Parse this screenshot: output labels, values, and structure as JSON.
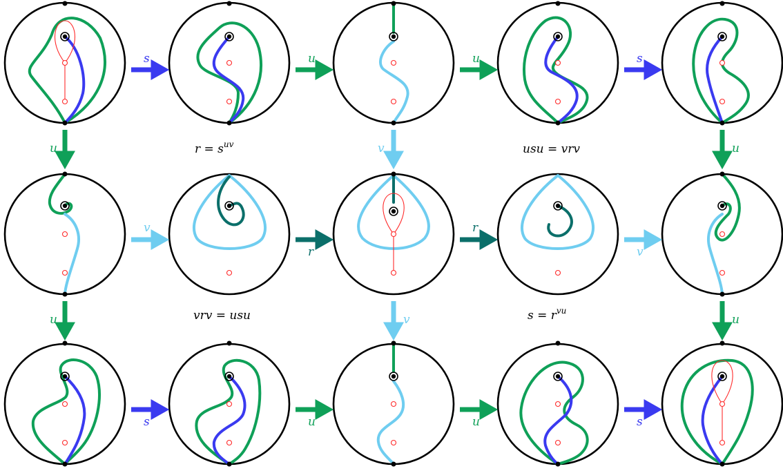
{
  "colors": {
    "s": "#3a3af0",
    "u": "#0fa058",
    "v": "#6fcdf0",
    "r": "#0b6f6a",
    "puncture": "#ff2a2a",
    "disk": "#000000"
  },
  "move_labels": {
    "s": "s",
    "u": "u",
    "v": "v",
    "r": "r"
  },
  "relations": {
    "r1": "r = s",
    "r1_exp": "uv",
    "r2": "usu = vrv",
    "r3": "vrv = usu",
    "r4": "s = r",
    "r4_exp": "vu"
  }
}
